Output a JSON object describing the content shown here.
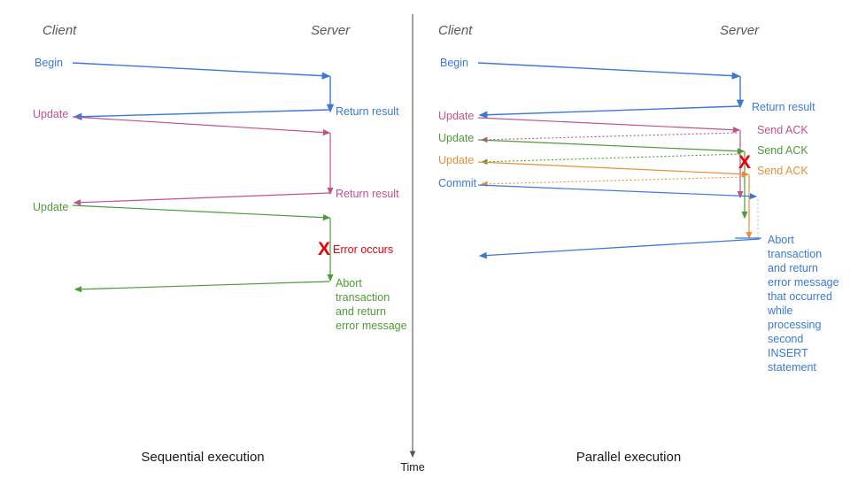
{
  "figure": {
    "colors": {
      "blue": "#3C78D8",
      "blue_light": "#9FC5E8",
      "pink": "#C2528B",
      "pink_light": "#D99CC0",
      "green": "#4E9A37",
      "green_light": "#93C47D",
      "orange": "#E69138",
      "orange_light": "#F6B26B",
      "red": "#E8000D",
      "gray": "#595959",
      "black": "#1A1A1A"
    },
    "time_axis": {
      "label": "Time"
    },
    "panels": [
      {
        "id": "sequential",
        "caption": "Sequential execution",
        "lanes": {
          "client": "Client",
          "server": "Server"
        },
        "messages": [
          {
            "label": "Begin",
            "color": "blue"
          },
          {
            "label": "Return result",
            "color": "blue"
          },
          {
            "label": "Update",
            "color": "pink"
          },
          {
            "label": "Return result",
            "color": "pink"
          },
          {
            "label": "Update",
            "color": "green"
          }
        ],
        "error": {
          "mark": "X",
          "label": "Error occurs"
        },
        "result_note": {
          "lines": [
            "Abort",
            "transaction",
            "and return",
            "error message"
          ],
          "color": "green"
        }
      },
      {
        "id": "parallel",
        "caption": "Parallel execution",
        "lanes": {
          "client": "Client",
          "server": "Server"
        },
        "messages": [
          {
            "label": "Begin",
            "color": "blue"
          },
          {
            "label": "Return result",
            "color": "blue"
          },
          {
            "label": "Update",
            "color": "pink"
          },
          {
            "label": "Send ACK",
            "color": "pink"
          },
          {
            "label": "Update",
            "color": "green"
          },
          {
            "label": "Send ACK",
            "color": "green"
          },
          {
            "label": "Update",
            "color": "orange"
          },
          {
            "label": "Send ACK",
            "color": "orange"
          },
          {
            "label": "Commit",
            "color": "blue"
          }
        ],
        "error": {
          "mark": "X",
          "label": ""
        },
        "result_note": {
          "lines": [
            "Abort",
            "transaction",
            "and return",
            "error message",
            "that occurred",
            "while",
            "processing",
            "second",
            "INSERT",
            "statement"
          ],
          "color": "blue"
        }
      }
    ]
  }
}
